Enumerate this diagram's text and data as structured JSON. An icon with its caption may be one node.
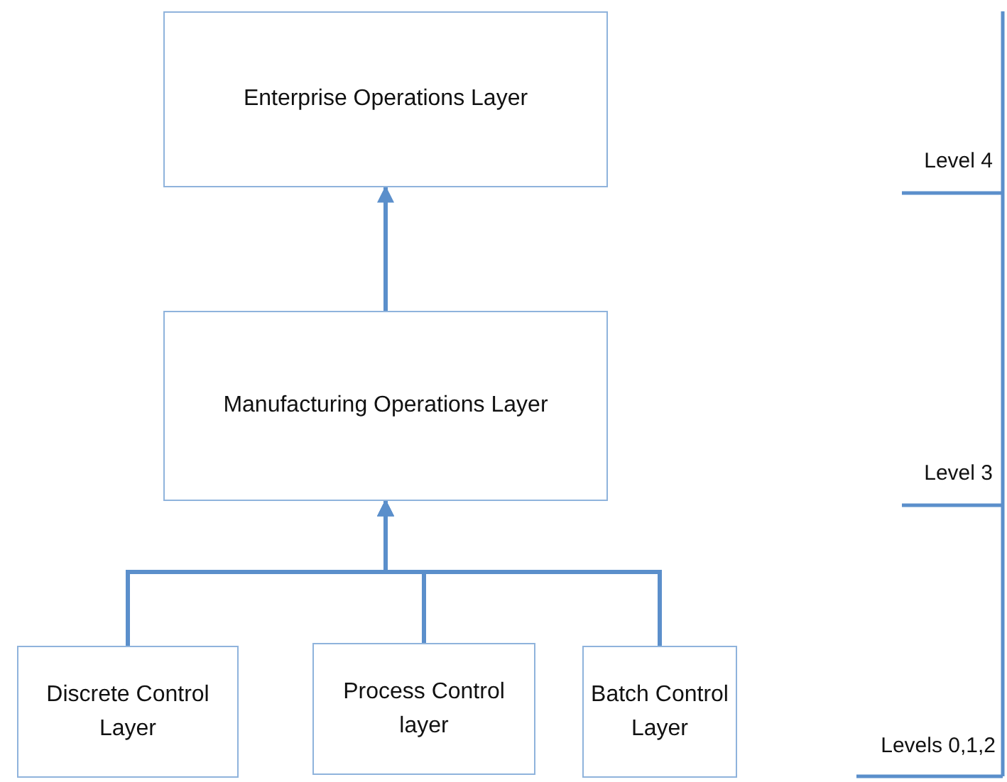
{
  "diagram": {
    "nodes": [
      {
        "text": [
          "Enterprise Operations Layer"
        ]
      },
      {
        "text": [
          "Manufacturing Operations Layer"
        ]
      },
      {
        "text": [
          "Discrete Control Layer"
        ]
      },
      {
        "text": [
          "Process Control layer"
        ]
      },
      {
        "text": [
          "Batch Control Layer"
        ]
      }
    ],
    "edges": [
      {
        "from": 1,
        "to": 0,
        "arrow": "to"
      },
      {
        "from": 2,
        "to": 1,
        "arrow": "to"
      },
      {
        "from": 3,
        "to": 1,
        "arrow": "to"
      },
      {
        "from": 4,
        "to": 1,
        "arrow": "to"
      }
    ],
    "labels": [
      "Level 4",
      "Level 3",
      "Levels 0,1,2"
    ]
  }
}
